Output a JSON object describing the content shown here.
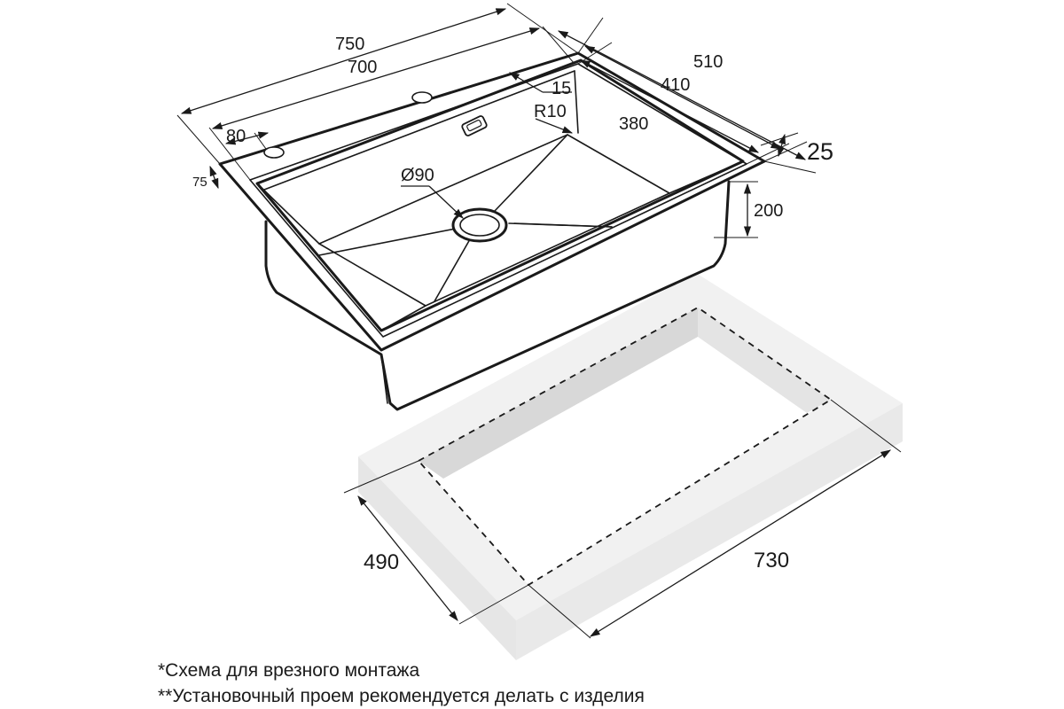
{
  "dimensions": {
    "overall_length": "750",
    "inner_length": "700",
    "overall_width": "510",
    "inner_width": "410",
    "bowl_width": "380",
    "rim_inset": "15",
    "corner_radius": "R10",
    "faucet_offset": "80",
    "front_offset": "75",
    "rim_height": "25",
    "bowl_depth": "200",
    "drain_diameter": "Ø90",
    "cutout_width": "490",
    "cutout_length": "730"
  },
  "notes": {
    "line1": "*Схема для врезного монтажа",
    "line2": "**Установочный проем рекомендуется делать с изделия"
  },
  "colors": {
    "stroke": "#1a1a1a",
    "countertop_top": "#f1f1f1",
    "countertop_side": "#e2e2e2",
    "countertop_inner": "#d6d6d6",
    "background": "#ffffff"
  }
}
